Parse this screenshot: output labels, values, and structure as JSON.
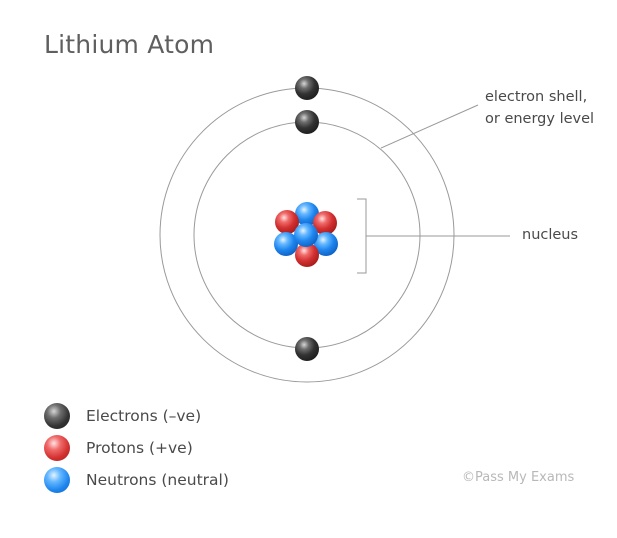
{
  "title": "Lithium Atom",
  "annotations": {
    "shell_line1": "electron shell,",
    "shell_line2": "or energy level",
    "nucleus": "nucleus"
  },
  "legend": [
    {
      "label": "Electrons (–ve)",
      "kind": "electron",
      "color": "#333333"
    },
    {
      "label": "Protons (+ve)",
      "kind": "proton",
      "color": "#d23030"
    },
    {
      "label": "Neutrons (neutral)",
      "kind": "neutron",
      "color": "#1f86ee"
    }
  ],
  "copyright": "©Pass My Exams",
  "atom": {
    "shells": 2,
    "electrons_per_shell": [
      2,
      1
    ],
    "protons": 3,
    "neutrons": 4
  }
}
